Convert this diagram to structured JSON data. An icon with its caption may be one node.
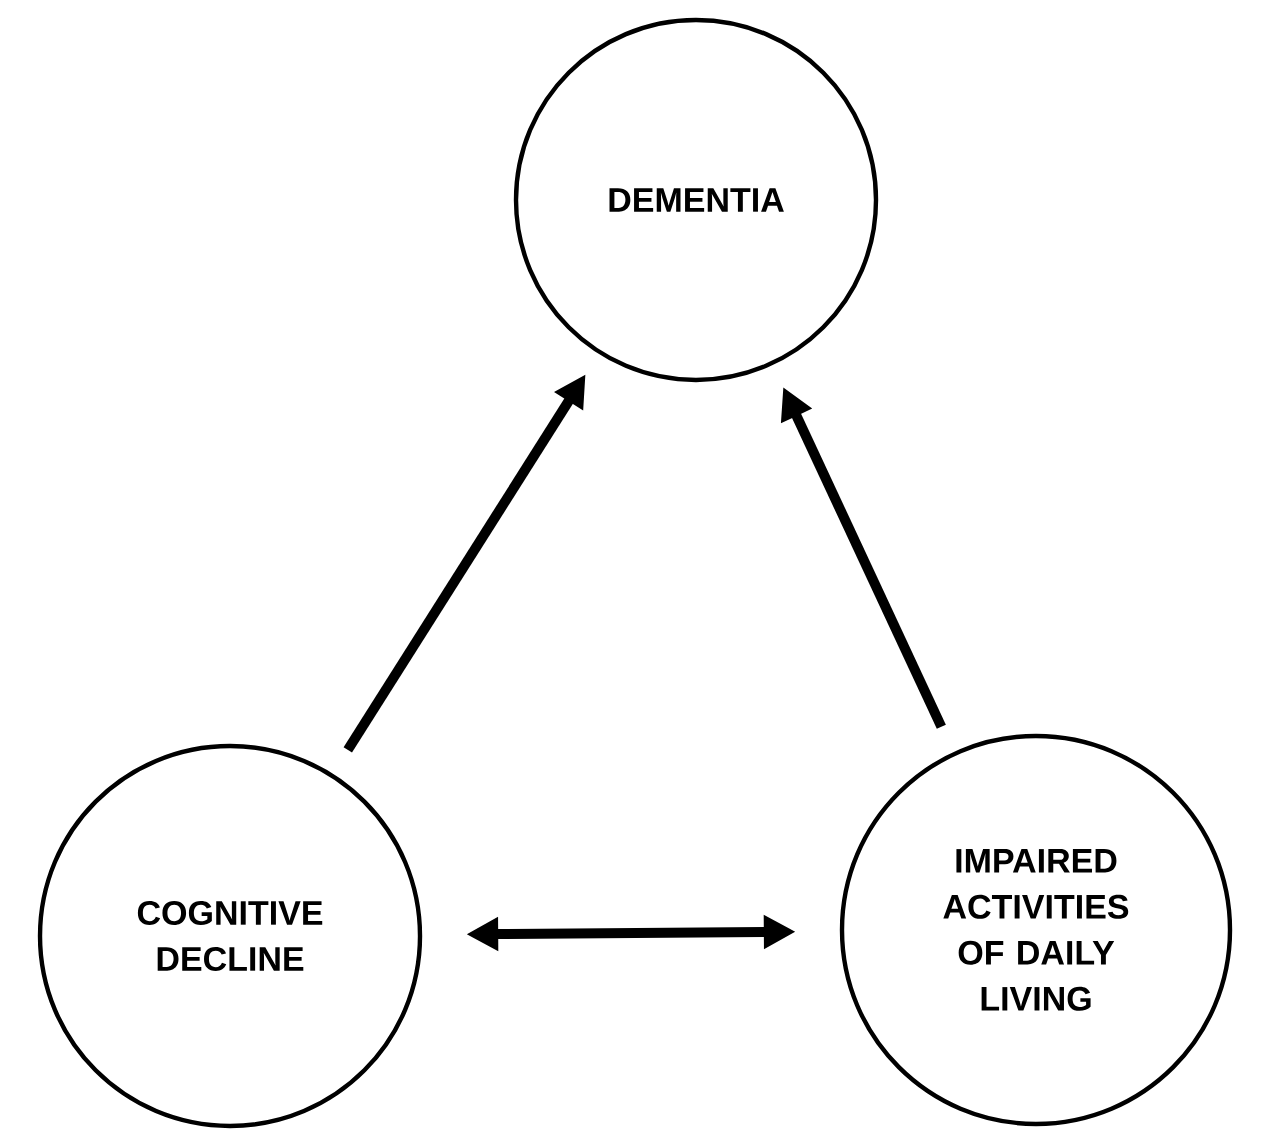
{
  "diagram": {
    "nodes": [
      {
        "text": [
          "DEMENTIA"
        ]
      },
      {
        "text": [
          "COGNITIVE DECLINE"
        ]
      },
      {
        "text": [
          "IMPAIRED ACTIVITIES OF DAILY LIVING"
        ]
      }
    ],
    "edges": [
      {
        "from": 1,
        "to": 0,
        "arrow": "to"
      },
      {
        "from": 2,
        "to": 0,
        "arrow": "to"
      },
      {
        "from": 1,
        "to": 2,
        "arrow": "both"
      }
    ]
  }
}
